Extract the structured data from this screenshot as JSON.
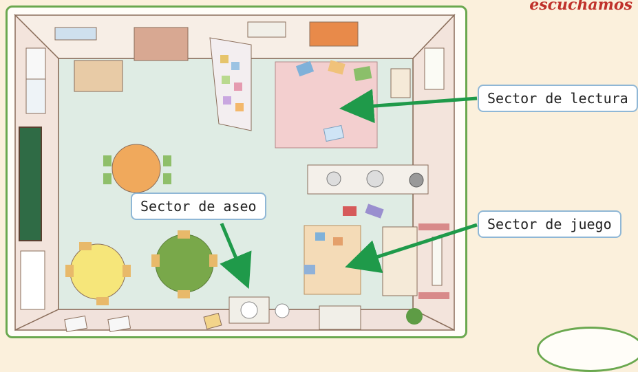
{
  "header": {
    "corner_word": "escuchamos"
  },
  "labels": {
    "lectura": "Sector de lectura",
    "aseo": "Sector de aseo",
    "juego": "Sector de juego"
  },
  "colors": {
    "arrow": "#1f9a4a",
    "frame_border": "#6aa84f",
    "label_border": "#8fb7d6",
    "floor": "#dfece4",
    "reading_rug": "#f3cfcf",
    "play_rug": "#f4dbb7"
  }
}
